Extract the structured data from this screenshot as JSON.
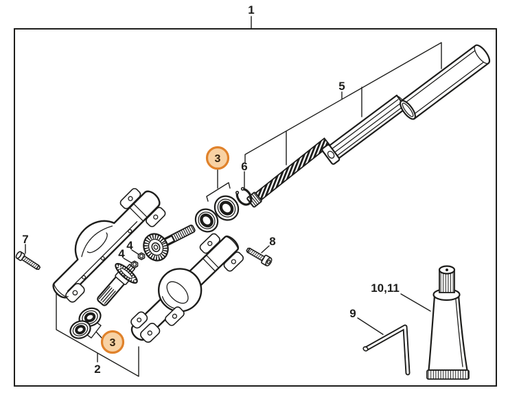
{
  "diagram": {
    "type": "exploded-parts-diagram",
    "description": "Exploded view of a gear head and drive tube assembly with numbered part callouts",
    "callouts": {
      "n1": "1",
      "n2": "2",
      "n3_upper": "3",
      "n3_lower": "3",
      "n4_a": "4",
      "n4_b": "4",
      "n5": "5",
      "n6": "6",
      "n7": "7",
      "n8": "8",
      "n9": "9",
      "n10_11": "10,11"
    },
    "colors": {
      "line": "#1d1d1b",
      "background": "#ffffff",
      "callout_ring": "#e0822b",
      "callout_fill": "#f8d2a4",
      "callout_text": "#33220f"
    }
  }
}
